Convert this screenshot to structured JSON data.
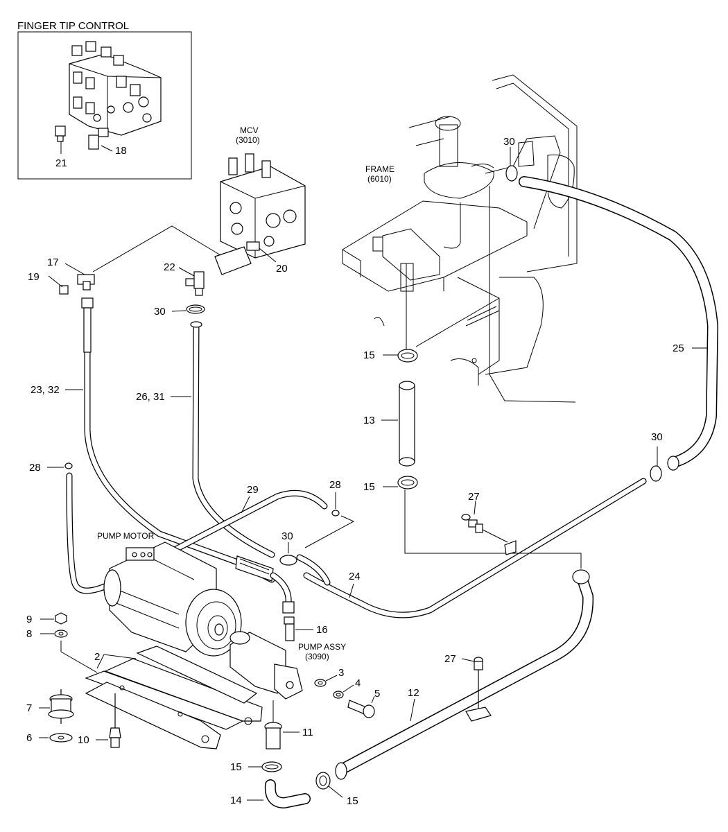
{
  "inset": {
    "title": "FINGER TIP CONTROL"
  },
  "captions": {
    "mcv": "MCV",
    "mcv_code": "(3010)",
    "frame": "FRAME",
    "frame_code": "(6010)",
    "pump_motor": "PUMP MOTOR",
    "pump_assy": "PUMP ASSY",
    "pump_assy_code": "(3090)"
  },
  "callouts": {
    "c21": "21",
    "c18": "18",
    "c20": "20",
    "c22": "22",
    "c17": "17",
    "c19": "19",
    "c30a": "30",
    "c30b": "30",
    "c30c": "30",
    "c30d": "30",
    "c23_32": "23, 32",
    "c26_31": "26, 31",
    "c25": "25",
    "c15a": "15",
    "c15b": "15",
    "c15c": "15",
    "c15d": "15",
    "c13": "13",
    "c28a": "28",
    "c28b": "28",
    "c29": "29",
    "c24": "24",
    "c27a": "27",
    "c27b": "27",
    "c16": "16",
    "c9": "9",
    "c8": "8",
    "c2": "2",
    "c3": "3",
    "c4": "4",
    "c5": "5",
    "c7": "7",
    "c6": "6",
    "c10": "10",
    "c11": "11",
    "c12": "12",
    "c14": "14"
  }
}
